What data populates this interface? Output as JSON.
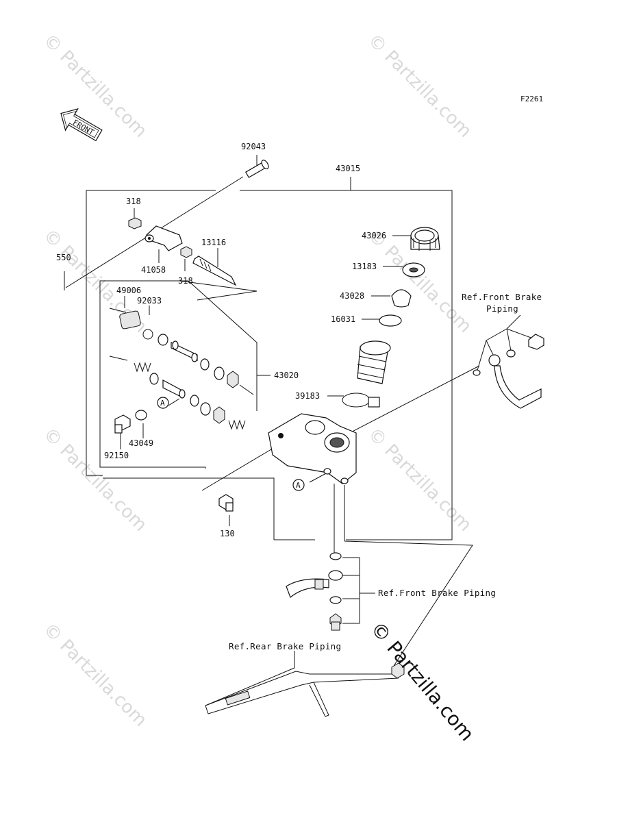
{
  "figure_code": "F2261",
  "front_arrow_label": "FRONT",
  "callouts": {
    "p92043": "92043",
    "p43015": "43015",
    "p318a": "318",
    "p318b": "318",
    "p550": "550",
    "p41058": "41058",
    "p13116": "13116",
    "p49006": "49006",
    "p92033": "92033",
    "p43020": "43020",
    "p43049": "43049",
    "p92150": "92150",
    "p43026": "43026",
    "p13183": "13183",
    "p43028": "43028",
    "p16031": "16031",
    "p39183": "39183",
    "p130": "130",
    "markerA1": "A",
    "markerA2": "A"
  },
  "references": {
    "front_brake_top_line1": "Ref.Front Brake",
    "front_brake_top_line2": "Piping",
    "front_brake_bottom": "Ref.Front Brake Piping",
    "rear_brake": "Ref.Rear Brake Piping"
  },
  "watermarks": {
    "faint": "© Partzilla.com",
    "strong": "© Partzilla.com"
  }
}
